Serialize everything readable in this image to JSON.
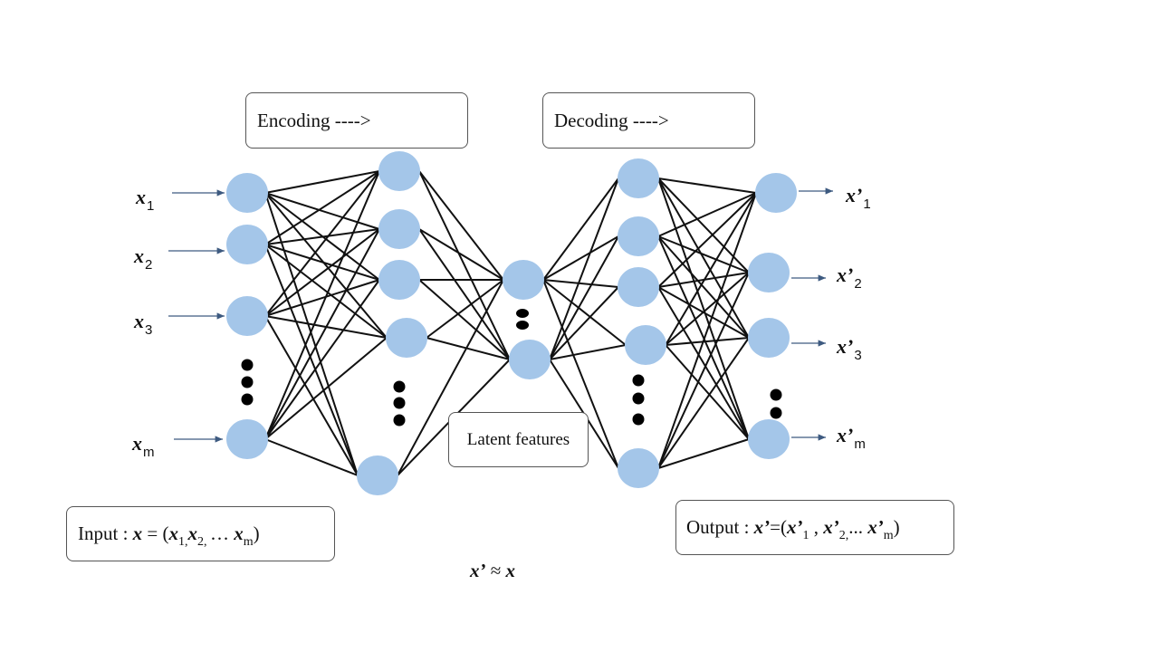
{
  "encoding_box": {
    "label": "Encoding ---->"
  },
  "decoding_box": {
    "label": "Decoding ---->"
  },
  "latent_box": {
    "label": "Latent features"
  },
  "input_labels": [
    {
      "name": "x",
      "sub": "1"
    },
    {
      "name": "x",
      "sub": "2"
    },
    {
      "name": "x",
      "sub": "3"
    },
    {
      "name": "x",
      "sub": "m"
    }
  ],
  "output_labels": [
    {
      "name": "x’",
      "sub": "1"
    },
    {
      "name": "x’",
      "sub": "2"
    },
    {
      "name": "x’",
      "sub": "3"
    },
    {
      "name": "x’",
      "sub": "m"
    }
  ],
  "input_formula": {
    "prefix": "Input : ",
    "var": "x",
    "eq": " = (",
    "t1": "x",
    "s1": "1,",
    "t2": "x",
    "s2": "2, ",
    "dots": " … ",
    "t3": "x",
    "s3": "m",
    "close": ")"
  },
  "output_formula": {
    "prefix": "Output : ",
    "var": "x’",
    "eq": "=(",
    "t1": "x’",
    "s1": "1",
    "comma1": " , ",
    "t2": "x’",
    "s2": "2,",
    "dots": "... ",
    "t3": "x’",
    "s3": "m",
    "close": ")"
  },
  "approx": {
    "lhs": "x’",
    "sym": " ≈ ",
    "rhs": "x"
  },
  "colors": {
    "node": "#a4c6e9",
    "edge": "#111111",
    "dot": "#000000",
    "arrow": "#3d5a80"
  }
}
